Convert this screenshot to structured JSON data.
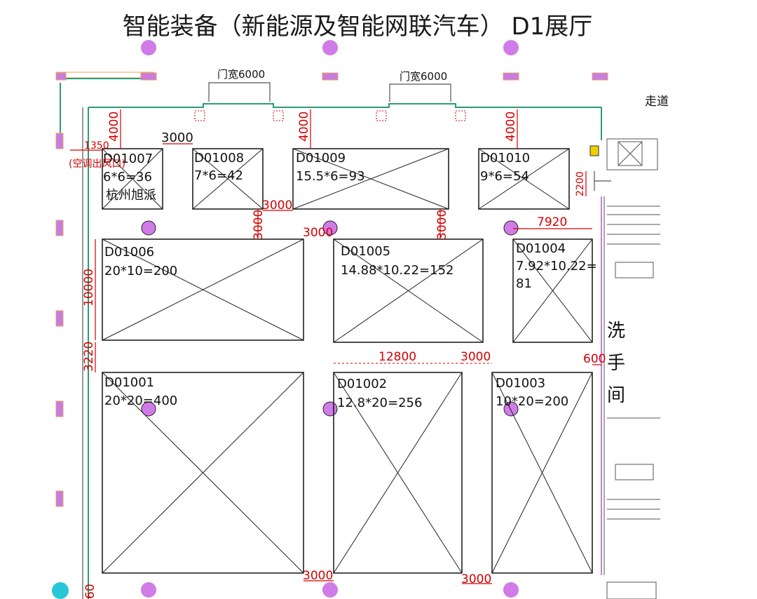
{
  "title": "智能装备（新能源及智能网联汽车） D1展厅",
  "doors": [
    {
      "label": "门宽6000"
    },
    {
      "label": "门宽6000"
    }
  ],
  "corridor_label": "走道",
  "washroom_label": [
    "洗",
    "手",
    "间"
  ],
  "booths": [
    {
      "id": "D01007",
      "size": "6*6=36",
      "company": "杭州旭派"
    },
    {
      "id": "D01008",
      "size": "7*6=42"
    },
    {
      "id": "D01009",
      "size": "15.5*6=93"
    },
    {
      "id": "D01010",
      "size": "9*6=54"
    },
    {
      "id": "D01006",
      "size": "20*10=200"
    },
    {
      "id": "D01005",
      "size": "14.88*10.22=152"
    },
    {
      "id": "D01004",
      "size": "7.92*10.22=",
      "size2": "81"
    },
    {
      "id": "D01001",
      "size": "20*20=400"
    },
    {
      "id": "D01002",
      "size": "12.8*20=256"
    },
    {
      "id": "D01003",
      "size": "10*20=200"
    }
  ],
  "dimensions": {
    "d4000a": "4000",
    "d4000b": "4000",
    "d4000c": "4000",
    "d3000top": "3000",
    "d1350": "1350",
    "aircon_note": "(空调出风口)",
    "d3000mid1": "3000",
    "d3000v1": "3000",
    "d3000mid2": "3000",
    "d3000v2": "3000",
    "d7920": "7920",
    "d2200": "2200",
    "d10000": "10000",
    "d3220": "3220",
    "d12800": "12800",
    "d3000row": "3000",
    "d600": "600",
    "d3000bot1": "3000",
    "d3000bot2": "3000",
    "d60": "60"
  },
  "colors": {
    "dimension": "#d40000",
    "column": "#d07be8",
    "wall": "#2a9d74"
  }
}
